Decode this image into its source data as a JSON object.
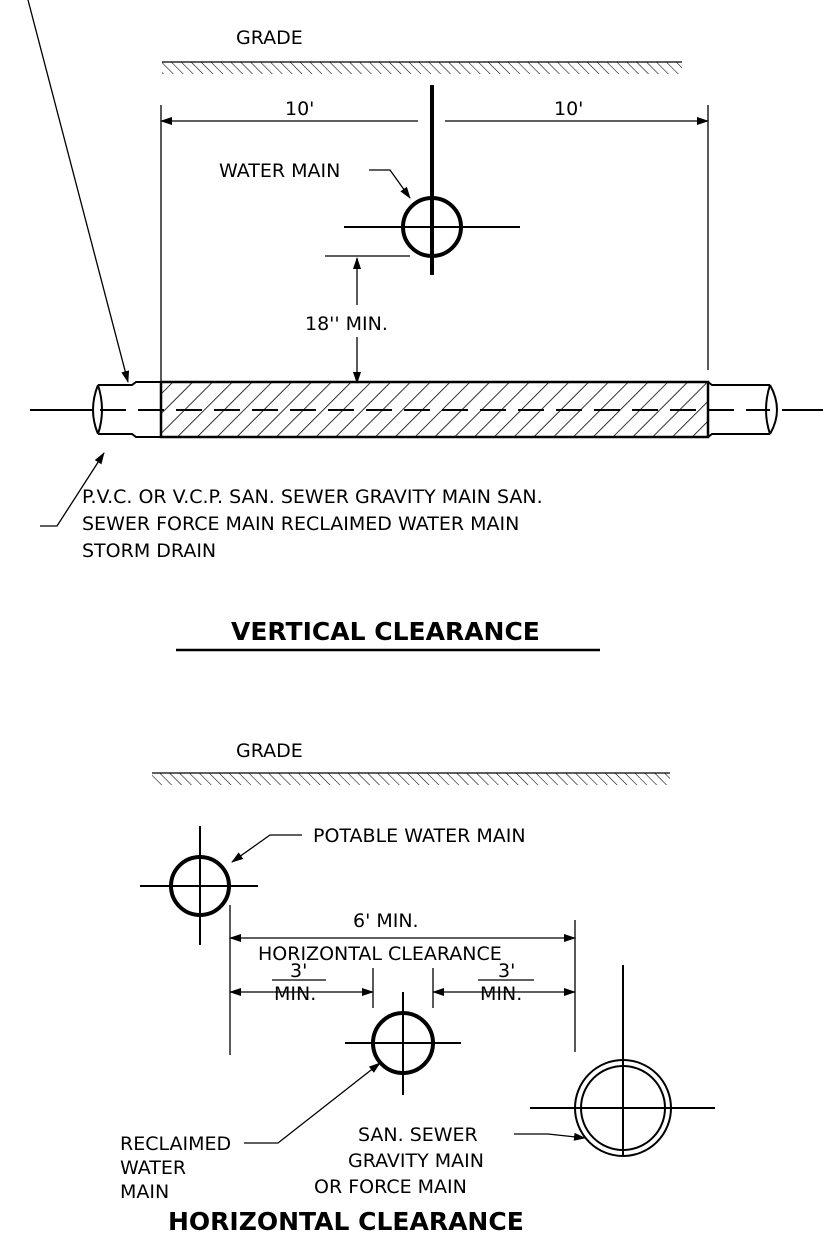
{
  "vertical": {
    "grade_label": "GRADE",
    "dim_left": "10'",
    "dim_right": "10'",
    "water_main_label": "WATER MAIN",
    "min_sep": "18'' MIN.",
    "note_line1": "P.V.C. OR V.C.P. SAN. SEWER GRAVITY MAIN SAN.",
    "note_line2": "SEWER FORCE MAIN RECLAIMED WATER MAIN",
    "note_line3": "STORM DRAIN",
    "title": "VERTICAL CLEARANCE"
  },
  "horizontal": {
    "grade_label": "GRADE",
    "potable_label": "POTABLE WATER MAIN",
    "six_min": "6' MIN.",
    "horiz_clearance": "HORIZONTAL CLEARANCE",
    "three_left": "3'",
    "min_left": "MIN.",
    "three_right": "3'",
    "min_right": "MIN.",
    "reclaimed_line1": "RECLAIMED",
    "reclaimed_line2": "WATER",
    "reclaimed_line3": "MAIN",
    "sewer_line1": "SAN. SEWER",
    "sewer_line2": "GRAVITY MAIN",
    "sewer_line3": "OR FORCE MAIN",
    "title": "HORIZONTAL CLEARANCE"
  }
}
